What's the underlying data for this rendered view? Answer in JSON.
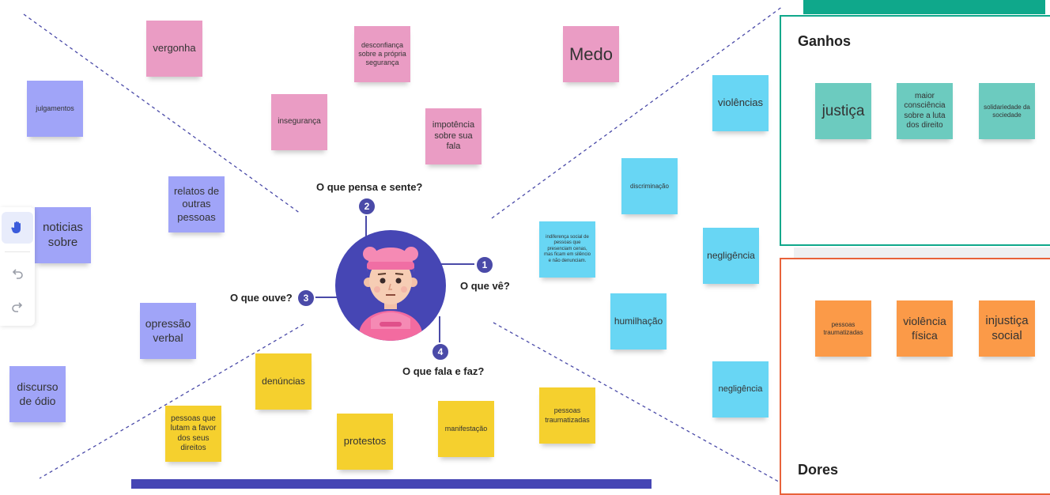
{
  "quadrants": {
    "ve": {
      "number": "1",
      "question": "O que vê?"
    },
    "pensa": {
      "number": "2",
      "question": "O que pensa e sente?"
    },
    "ouve": {
      "number": "3",
      "question": "O que ouve?"
    },
    "fala": {
      "number": "4",
      "question": "O que fala e faz?"
    }
  },
  "notes": {
    "pensa": [
      "vergonha",
      "desconfiança sobre a própria segurança",
      "Medo",
      "insegurança",
      "impotência sobre sua fala"
    ],
    "ouve": [
      "julgamentos",
      "relatos de outras pessoas",
      "noticias sobre",
      "opressão verbal",
      "discurso de ódio"
    ],
    "ve": [
      "violências",
      "discriminação",
      "indiferença social de pessoas que presenciam cenas, mas ficam em silêncio e não denunciam.",
      "negligência",
      "humilhação",
      "negligência"
    ],
    "fala": [
      "denúncias",
      "pessoas que lutam a favor dos seus direitos",
      "protestos",
      "manifestação",
      "pessoas traumatizadas"
    ]
  },
  "ganhos": {
    "title": "Ganhos",
    "notes": [
      "justiça",
      "maior consciência sobre a luta dos direito",
      "solidariedade da sociedade"
    ]
  },
  "dores": {
    "title": "Dores",
    "notes": [
      "pessoas traumatizadas",
      "violência física",
      "injustiça social"
    ]
  },
  "toolbar": {
    "icons": [
      "hand-icon",
      "undo-icon",
      "redo-icon"
    ]
  },
  "colors": {
    "pink": "#ea9cc4",
    "purple": "#a0a4f8",
    "cyan": "#68d6f4",
    "yellow": "#f5d02e",
    "teal": "#6ccbbf",
    "orange": "#fb9a48",
    "ganhos_border": "#0fa88b",
    "dores_border": "#e8623a",
    "accent": "#4646b4"
  }
}
